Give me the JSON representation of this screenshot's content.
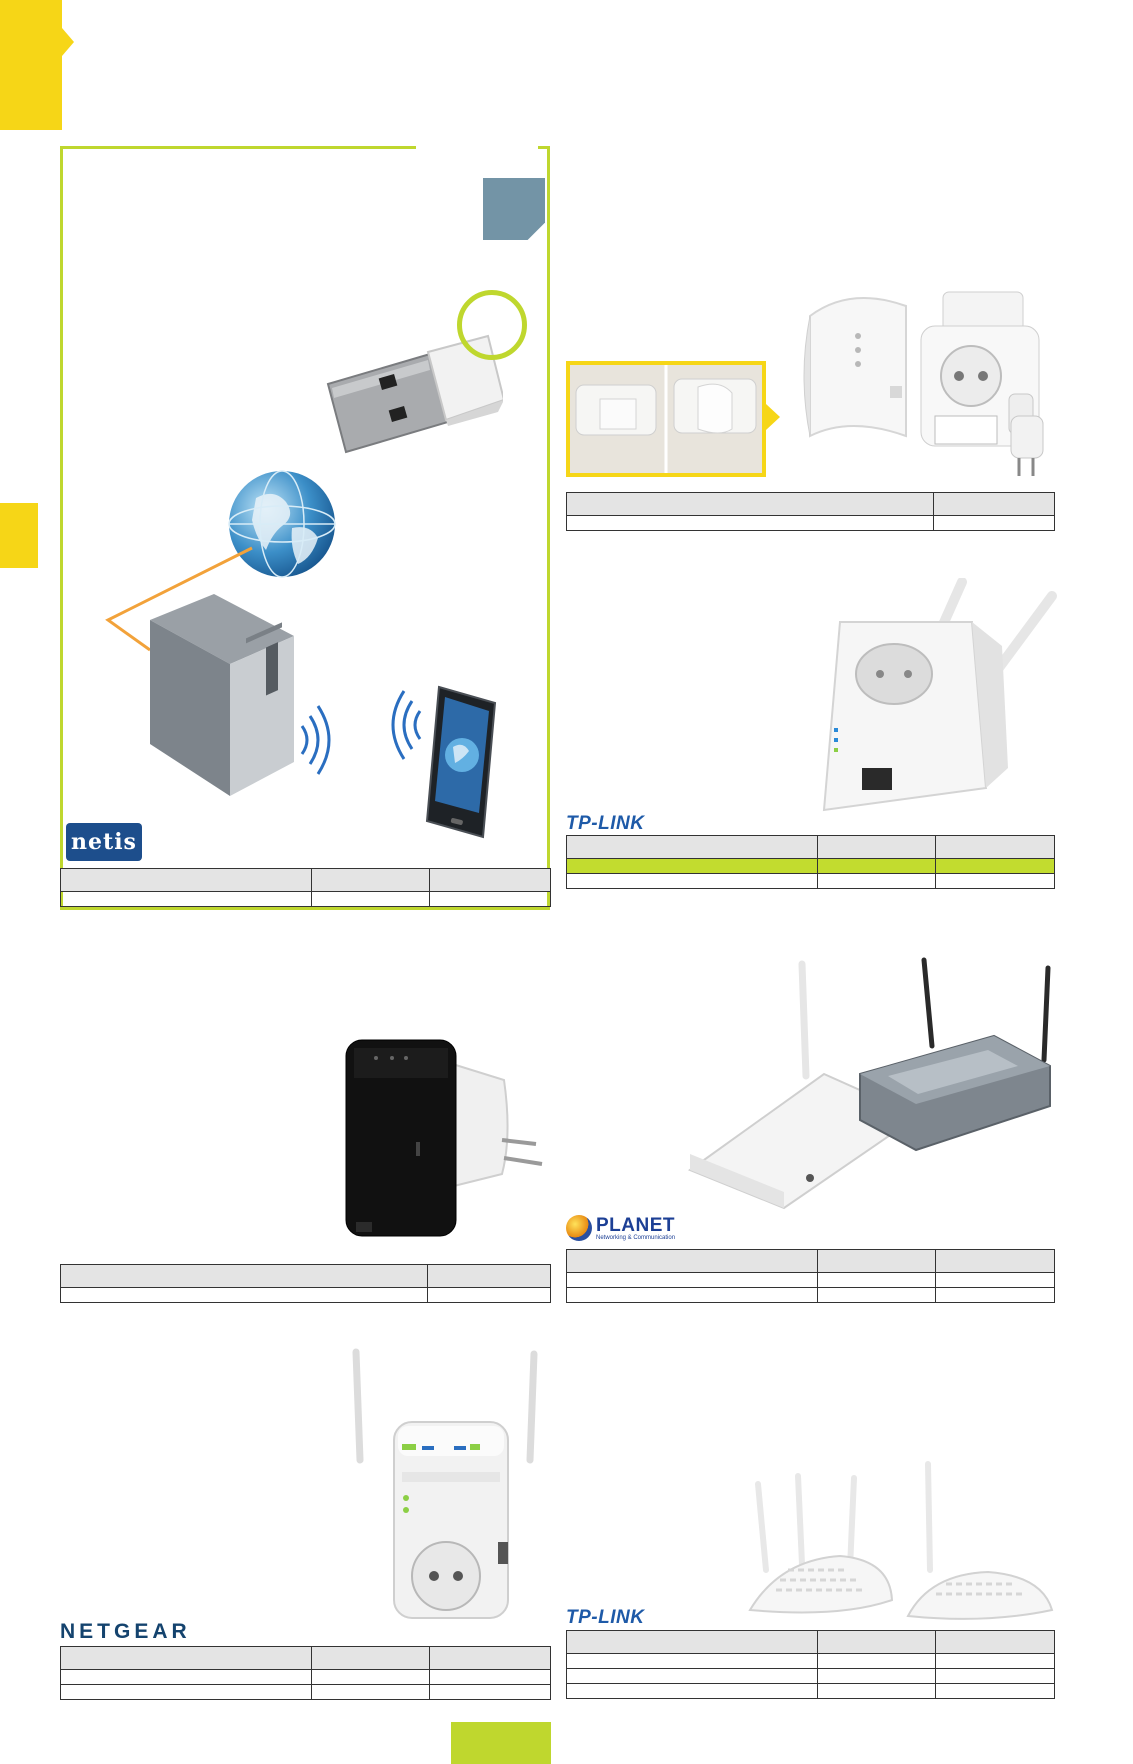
{
  "colors": {
    "accent_yellow": "#f6d617",
    "accent_green": "#bfd72e",
    "highlight_row": "#c2dc2f",
    "badge_blue_grey": "#7394a6",
    "netis_blue": "#1d4e8c",
    "tplink_blue": "#1e5aa8",
    "netgear_navy": "#14436e",
    "planet_blue": "#1c3f95"
  },
  "brands": {
    "netis": "netis",
    "tplink_top": "TP-LINK",
    "planet": "PLANET",
    "planet_tagline": "Networking & Communication",
    "netgear": "NETGEAR",
    "tplink_bottom": "TP-LINK"
  },
  "icons": [
    "usb-wifi-adapter-icon",
    "globe-icon",
    "desktop-tower-icon",
    "tablet-icon",
    "wifi-signal-icon",
    "wall-plug-repeater-icon",
    "access-point-icon",
    "router-antenna-icon"
  ],
  "tables": {
    "netis_table": {
      "rows": 2,
      "cols": 3
    },
    "repeater_table": {
      "rows": 2,
      "cols": 2
    },
    "tplink_extender_table": {
      "rows": 3,
      "cols": 3,
      "highlight_row": 1
    },
    "black_repeater_table": {
      "rows": 2,
      "cols": 2
    },
    "planet_table": {
      "rows": 3,
      "cols": 3
    },
    "netgear_table": {
      "rows": 3,
      "cols": 3
    },
    "tplink_ap_table": {
      "rows": 4,
      "cols": 3
    }
  }
}
